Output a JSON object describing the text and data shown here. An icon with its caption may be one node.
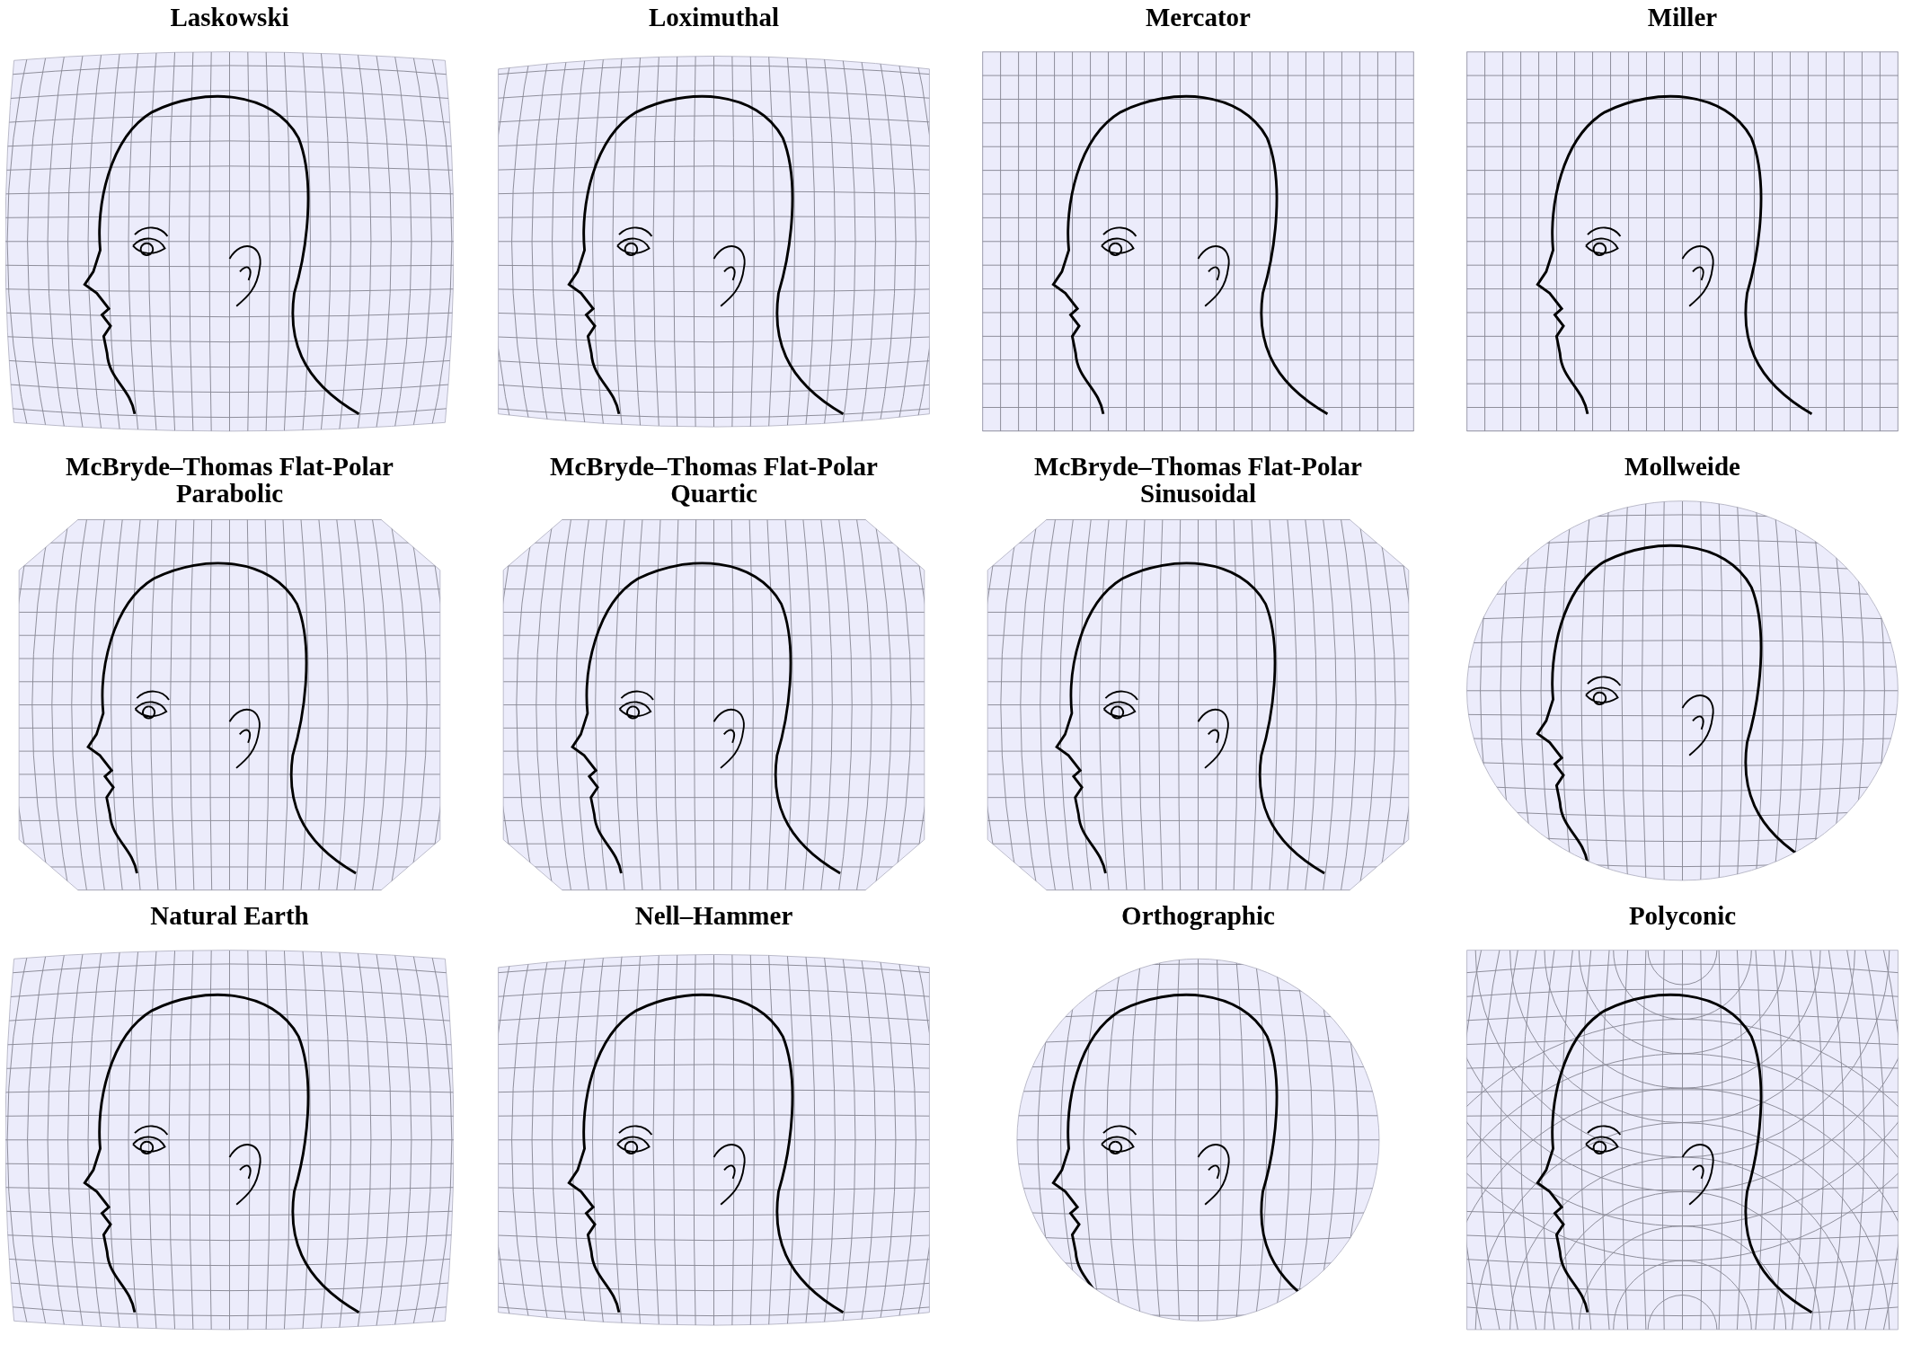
{
  "diagram": {
    "labels": [
      "Laskowski",
      "Loximuthal",
      "Mercator",
      "Miller",
      "McBryde–Thomas Flat-Polar Parabolic",
      "McBryde–Thomas Flat-Polar Quartic",
      "McBryde–Thomas Flat-Polar Sinusoidal",
      "Mollweide",
      "Natural Earth",
      "Nell–Hammer",
      "Orthographic",
      "Polyconic"
    ]
  }
}
